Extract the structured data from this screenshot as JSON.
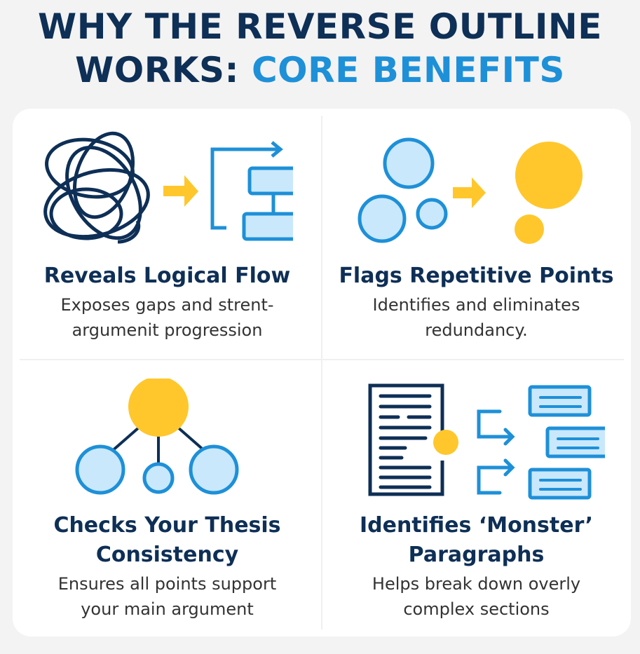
{
  "title": {
    "line1": "WHY THE REVERSE OUTLINE",
    "line2_plain": "WORKS: ",
    "line2_accent": "CORE BENEFITS"
  },
  "colors": {
    "navy": "#0e2f56",
    "blue": "#1e90d8",
    "light_blue": "#c9e8fb",
    "yellow": "#ffc72c"
  },
  "benefits": [
    {
      "title": "Reveals Logical Flow",
      "desc1": "Exposes gaps and strent-",
      "desc2": "argumenit progression",
      "icon": "tangle-to-flowchart-icon"
    },
    {
      "title": "Flags Repetitive Points",
      "desc1": "Identifies and eliminates",
      "desc2": "redundancy.",
      "icon": "circles-merge-icon"
    },
    {
      "title1": "Checks Your Thesis",
      "title2": "Consistency",
      "desc1": "Ensures all points support",
      "desc2": "your main argument",
      "icon": "thesis-tree-icon"
    },
    {
      "title1": "Identifies ‘Monster’",
      "title2": "Paragraphs",
      "desc1": "Helps break down overly",
      "desc2": "complex sections",
      "icon": "document-split-icon"
    }
  ]
}
